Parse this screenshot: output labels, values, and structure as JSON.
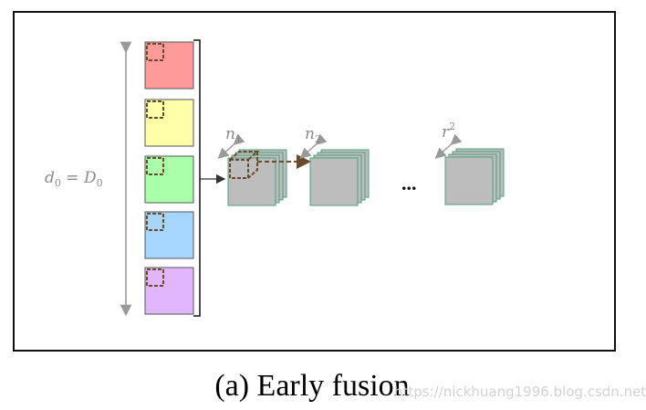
{
  "diagram": {
    "dimension_label_lhs": "d",
    "dimension_label_lhs_sub": "0",
    "dimension_label_eq": " = ",
    "dimension_label_rhs": "D",
    "dimension_label_rhs_sub": "0",
    "layer_1_label": "n",
    "layer_1_label_sub": "1",
    "layer_2_label": "n",
    "layer_2_label_sub": "2",
    "final_layer_label": "r",
    "final_layer_label_sup": "2",
    "ellipsis": "...",
    "input_colors": [
      "#ff9a9a",
      "#ffffaa",
      "#aaffaa",
      "#a6d6ff",
      "#e2b6ff"
    ],
    "block_color": "#bdbdbd",
    "block_edge_color": "#4f9f7f",
    "patch_color": "#6b4a2b"
  },
  "caption": "(a) Early fusion",
  "watermark": "https://nickhuang1996.blog.csdn.net"
}
